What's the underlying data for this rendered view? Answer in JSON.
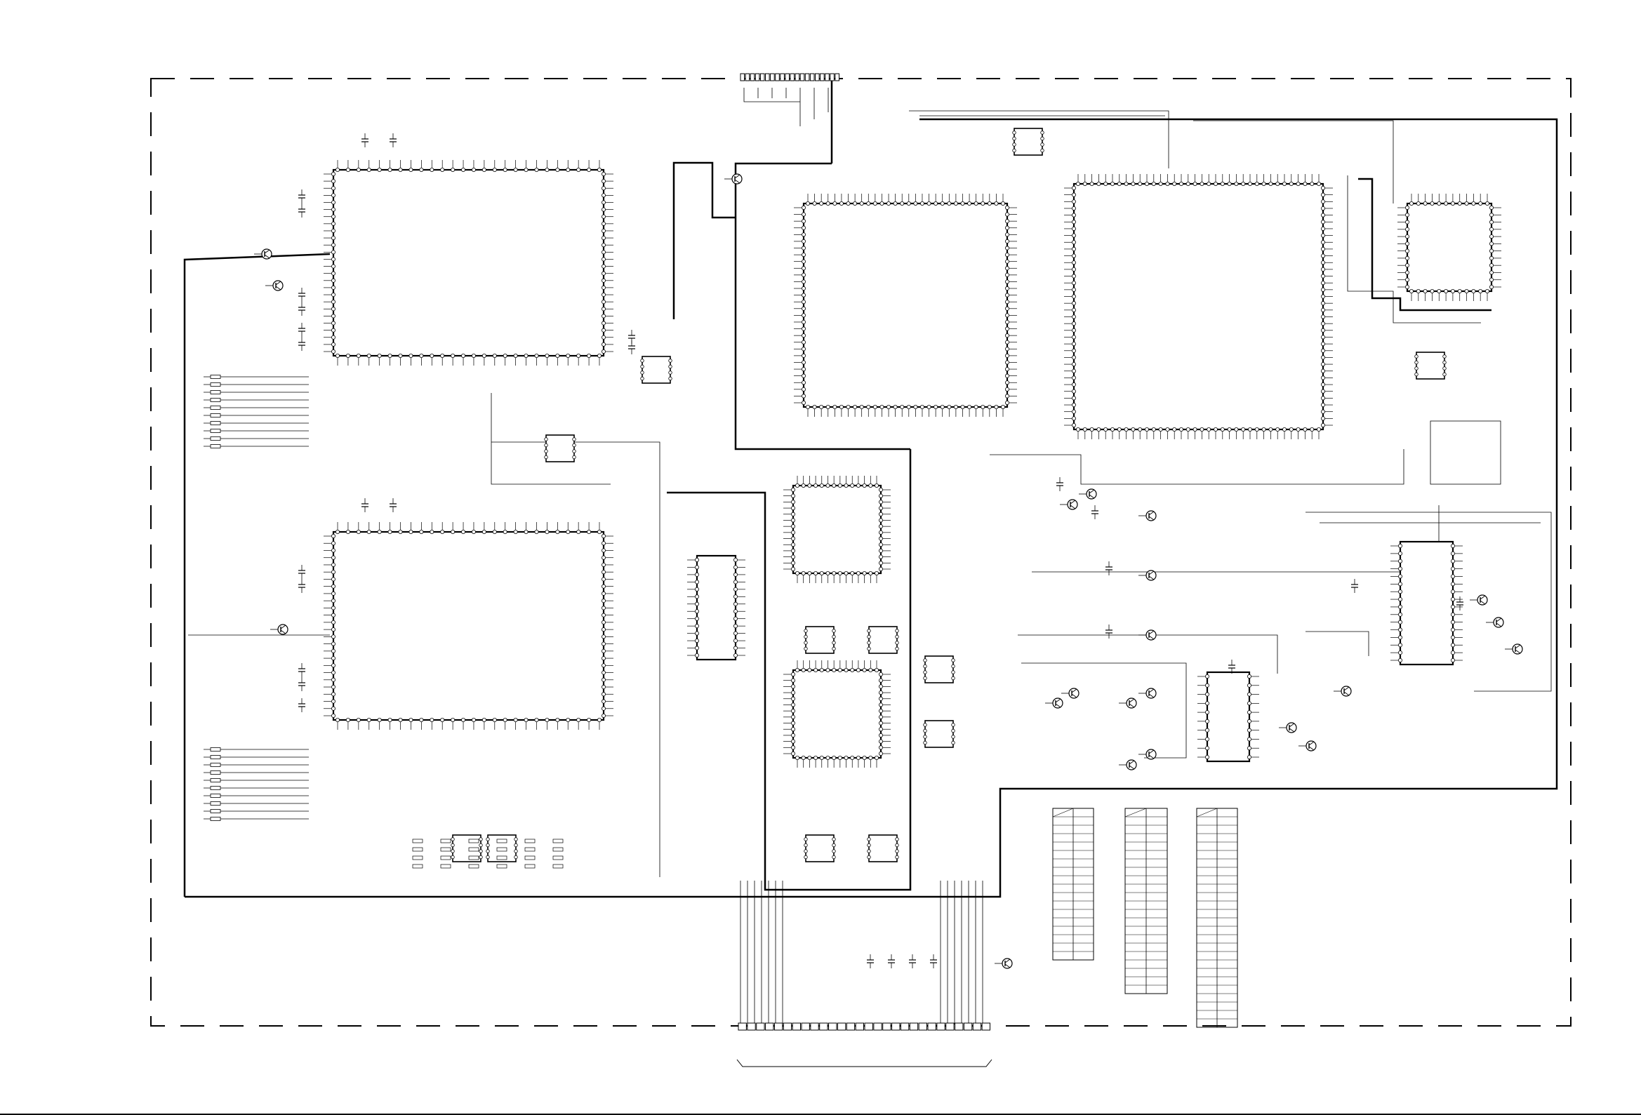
{
  "diagram": {
    "background": "#ffffff",
    "ink": "#000000",
    "ics": [
      {
        "id": "ic-video-processor-1",
        "pins_per_side": 26
      },
      {
        "id": "ic-video-processor-2",
        "pins_per_side": 26
      },
      {
        "id": "ic-main-processor",
        "pins_per_side": 30
      },
      {
        "id": "ic-large-processor",
        "pins_per_side": 36
      },
      {
        "id": "ic-right-qfp",
        "pins_per_side": 12
      },
      {
        "id": "ic-memory-1",
        "pins_per_side": 14
      },
      {
        "id": "ic-memory-2",
        "pins_per_side": 14
      },
      {
        "id": "ic-buffer",
        "pins_per_side": 14
      },
      {
        "id": "ic-audio",
        "pins_per_side": 16
      },
      {
        "id": "ic-mixer",
        "pins_per_side": 10
      }
    ],
    "small_ics": 12,
    "transistors": 22,
    "connectors": [
      {
        "id": "connector-top",
        "pins": 20
      },
      {
        "id": "connector-bottom",
        "pins": 28
      }
    ],
    "pin_tables": [
      {
        "id": "pin-table-1",
        "rows": 18,
        "cols": 2
      },
      {
        "id": "pin-table-2",
        "rows": 22,
        "cols": 2
      },
      {
        "id": "pin-table-3",
        "rows": 26,
        "cols": 2
      }
    ]
  }
}
